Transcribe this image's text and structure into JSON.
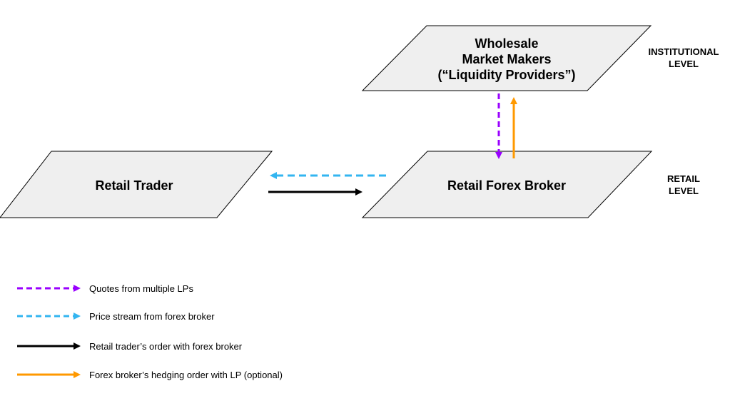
{
  "nodes": {
    "wholesale": {
      "line1": "Wholesale",
      "line2": "Market Makers",
      "line3": "(“Liquidity Providers”)"
    },
    "retail_trader": {
      "label": "Retail Trader"
    },
    "retail_broker": {
      "label": "Retail Forex Broker"
    }
  },
  "levels": {
    "institutional": {
      "line1": "INSTITUTIONAL",
      "line2": "LEVEL"
    },
    "retail": {
      "line1": "RETAIL",
      "line2": "LEVEL"
    }
  },
  "legend": [
    {
      "label": "Quotes from multiple LPs",
      "color": "#9900ff",
      "style": "dashed"
    },
    {
      "label": "Price stream from forex broker",
      "color": "#33b5f0",
      "style": "dashed"
    },
    {
      "label": "Retail trader’s order with forex broker",
      "color": "#000000",
      "style": "solid"
    },
    {
      "label": "Forex broker’s hedging order with LP (optional)",
      "color": "#ff9900",
      "style": "solid"
    }
  ],
  "colors": {
    "shape_fill": "#efefef",
    "shape_stroke": "#000000",
    "quotes": "#9900ff",
    "price_stream": "#33b5f0",
    "trader_order": "#000000",
    "hedging_order": "#ff9900"
  }
}
